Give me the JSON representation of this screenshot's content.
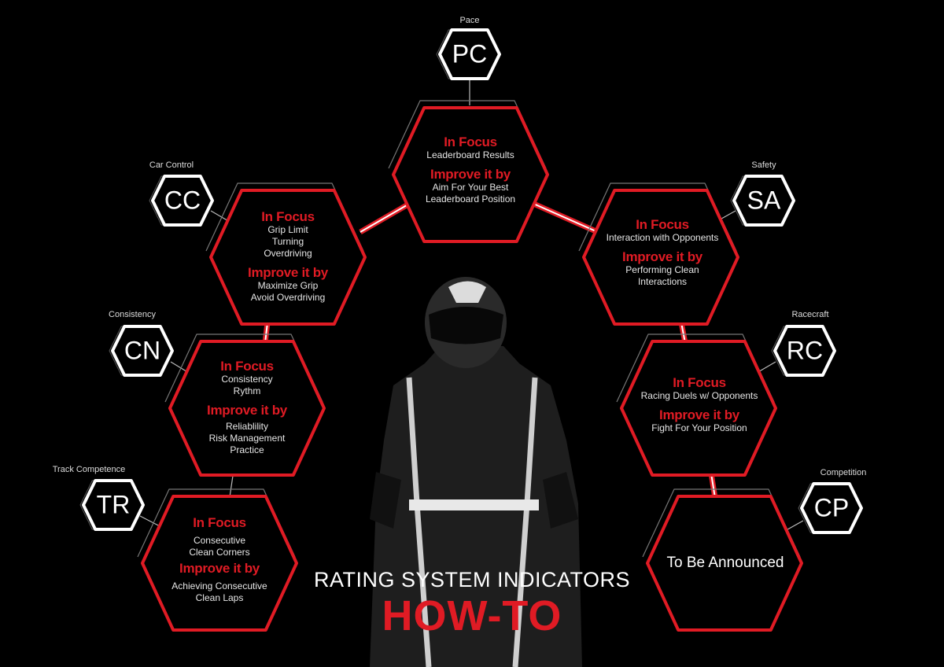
{
  "title": {
    "line1": "RATING SYSTEM INDICATORS",
    "line2": "HOW-TO"
  },
  "colors": {
    "accent": "#e01b24",
    "background": "#000000",
    "icon_stroke": "#ffffff"
  },
  "indicators": [
    {
      "id": "pc",
      "abbr": "PC",
      "name": "Pace",
      "focus_heading": "In Focus",
      "focus": [
        "Leaderboard Results"
      ],
      "improve_heading": "Improve it by",
      "improve": [
        "Aim For Your Best",
        "Leaderboard Position"
      ]
    },
    {
      "id": "cc",
      "abbr": "CC",
      "name": "Car Control",
      "focus_heading": "In Focus",
      "focus": [
        "Grip Limit",
        "Turning",
        "Overdriving"
      ],
      "improve_heading": "Improve it by",
      "improve": [
        "Maximize Grip",
        "Avoid Overdriving"
      ]
    },
    {
      "id": "sa",
      "abbr": "SA",
      "name": "Safety",
      "focus_heading": "In Focus",
      "focus": [
        "Interaction with Opponents"
      ],
      "improve_heading": "Improve it by",
      "improve": [
        "Performing Clean",
        "Interactions"
      ]
    },
    {
      "id": "cn",
      "abbr": "CN",
      "name": "Consistency",
      "focus_heading": "In Focus",
      "focus": [
        "Consistency",
        "Rythm"
      ],
      "improve_heading": "Improve it by",
      "improve": [
        "Reliablility",
        "Risk Management",
        "Practice"
      ]
    },
    {
      "id": "rc",
      "abbr": "RC",
      "name": "Racecraft",
      "focus_heading": "In Focus",
      "focus": [
        "Racing Duels w/ Opponents"
      ],
      "improve_heading": "Improve it by",
      "improve": [
        "Fight For Your Position"
      ]
    },
    {
      "id": "tr",
      "abbr": "TR",
      "name": "Track Competence",
      "focus_heading": "In Focus",
      "focus": [
        "Consecutive",
        "Clean Corners"
      ],
      "improve_heading": "Improve it by",
      "improve": [
        "Achieving Consecutive",
        "Clean Laps"
      ]
    },
    {
      "id": "cp",
      "abbr": "CP",
      "name": "Competition",
      "status": "To Be Announced"
    }
  ]
}
